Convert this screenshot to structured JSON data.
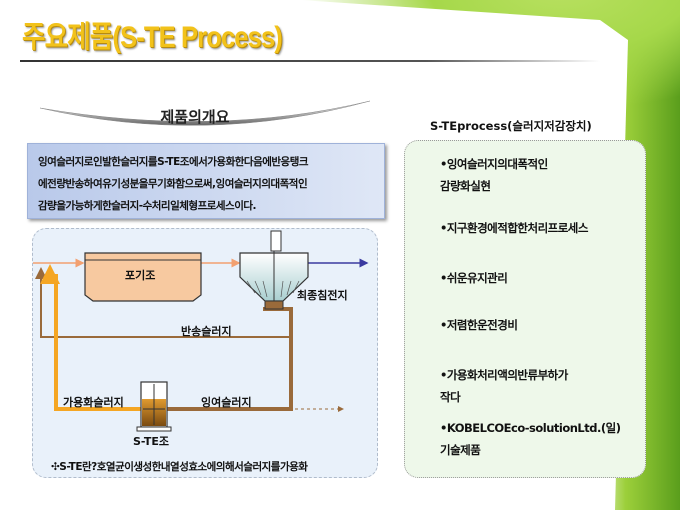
{
  "title": "주요제품(S-TE Process)",
  "overview_heading": "제품의개요",
  "description": [
    "잉여슬러지로인발한슬러지를S-TE조에서가용화한다음에반응탱크",
    "에전량반송하여유기성분을무기화함으로써,잉여슬러지의대폭적인",
    "감량을가능하게한슬러지-수처리일체형프로세스이다."
  ],
  "diagram": {
    "aeration_tank": "포기조",
    "final_clarifier": "최종침전지",
    "return_sludge": "반송슬러지",
    "solubilized_sludge": "가용화슬러지",
    "excess_sludge": "잉여슬러지",
    "ste_tank": "S-TE조",
    "note": "✣S-TE란?호열균이생성한내열성효소에의해서슬러지를가용화",
    "colors": {
      "inflow": "#f2a070",
      "solubilized": "#f5a623",
      "return": "#9a6a3a",
      "outflow": "#3a3aa0"
    }
  },
  "features_title": "S-TEprocess(슬러지저감장치)",
  "features": [
    [
      "•잉여슬러지의대폭적인",
      "감량화실현"
    ],
    [
      "•지구환경에적합한처리프로세스"
    ],
    [
      "•쉬운유지관리"
    ],
    [
      "•저렴한운전경비"
    ],
    [
      "•가용화처리액의반류부하가",
      "작다"
    ],
    [
      "•KOBELCOEco-solutionLtd.(일)",
      "기술제품"
    ]
  ]
}
